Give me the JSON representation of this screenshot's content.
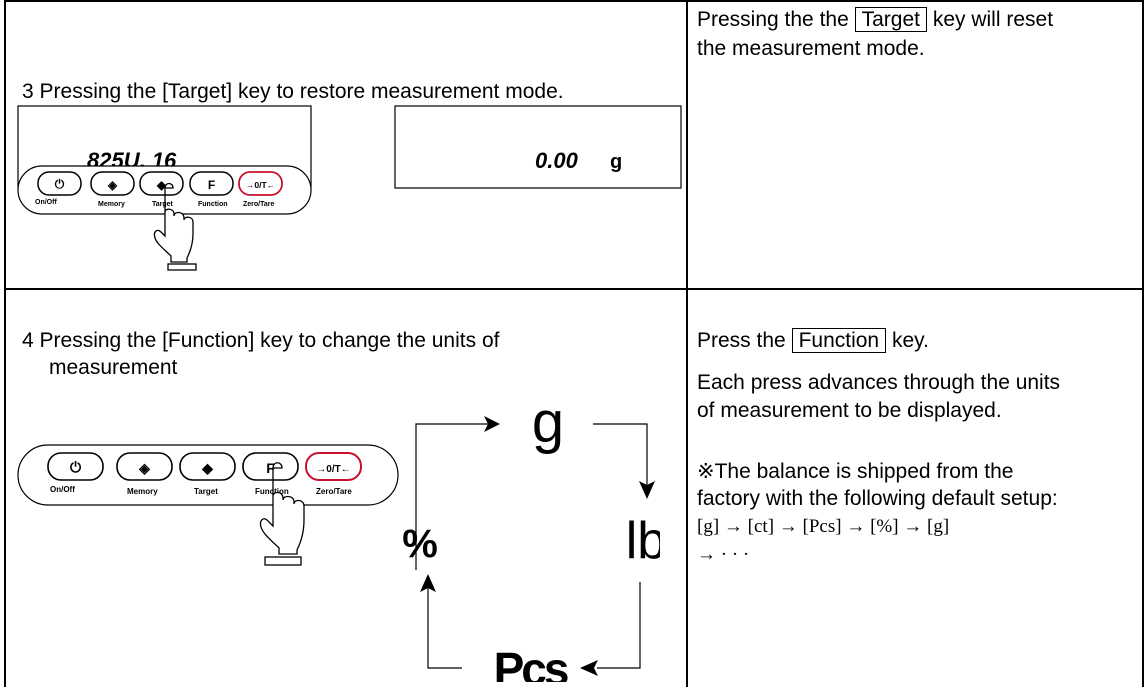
{
  "row1": {
    "step_text": "3  Pressing the [Target] key to restore measurement mode.",
    "display_left": "825U.  16",
    "display_right_value": "0.00",
    "display_right_unit": "g",
    "keys": {
      "on_off_label": "On/Off",
      "memory_label": "Memory",
      "target_label": "Target",
      "function_letter": "F",
      "function_label": "Function",
      "zero_tare_symbol": "→0/T←",
      "zero_tare_label": "Zero/Tare"
    },
    "desc_prefix": "Pressing the the",
    "desc_key": "Target",
    "desc_suffix": "key will reset",
    "desc_line2": "the measurement mode."
  },
  "row2": {
    "step_text_line1": "4  Pressing the [Function] key to change the units of",
    "step_text_line2": "measurement",
    "keys": {
      "on_off_label": "On/Off",
      "memory_label": "Memory",
      "target_label": "Target",
      "function_letter": "F",
      "function_label": "Function",
      "zero_tare_symbol": "→0/T←",
      "zero_tare_label": "Zero/Tare"
    },
    "cycle": {
      "unit_g": "g",
      "unit_lb": "lb",
      "unit_pcs": "Pcs",
      "unit_percent": "%"
    },
    "desc_prefix": "Press the",
    "desc_key": "Function",
    "desc_suffix": "key.",
    "desc_line2": "Each press advances through the units",
    "desc_line3": "of measurement to be displayed.",
    "note_line1": "※The balance is shipped from the",
    "note_line2": "factory with the following default setup:",
    "note_line3": "[g] → [ct] → [Pcs] → [%] → [g]",
    "note_line4": "→ · · ·"
  }
}
